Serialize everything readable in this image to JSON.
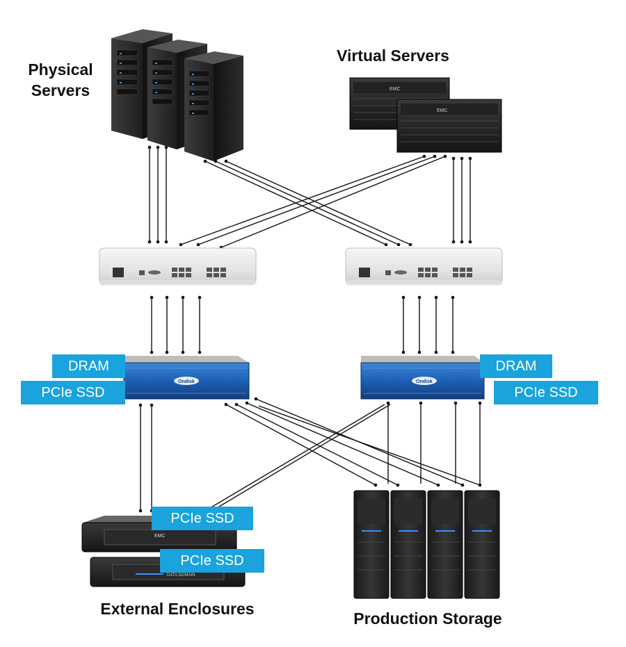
{
  "labels": {
    "physical_servers": "Physical\nServers",
    "virtual_servers": "Virtual Servers",
    "external_enclosures": "External Enclosures",
    "production_storage": "Production Storage"
  },
  "tags": {
    "dram_left": "DRAM",
    "pcie_ssd_left": "PCIe SSD",
    "dram_right": "DRAM",
    "pcie_ssd_right": "PCIe SSD",
    "pcie_ssd_enclosure_1": "PCIe SSD",
    "pcie_ssd_enclosure_2": "PCIe SSD"
  },
  "device_text": {
    "emc_virtual": "EMC",
    "emc_enclosure": "EMC",
    "enclosure_model": "DATA DOMAIN",
    "appliance_logo": "Ondisk"
  },
  "colors": {
    "tag_blue": "#1aa3dd",
    "appliance_blue": "#1d5fb4",
    "server_dark": "#2b2b2b",
    "server_led": "#3a8fff",
    "switch_body": "#e8e8e8",
    "link_line": "#111111"
  }
}
